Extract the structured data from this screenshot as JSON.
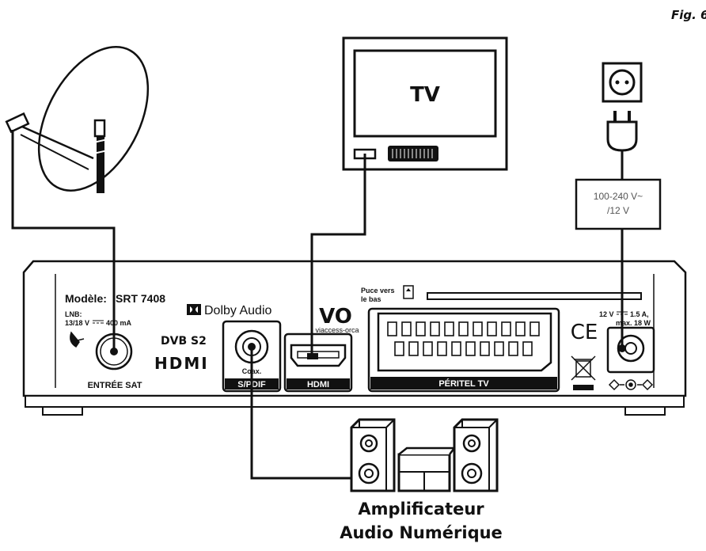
{
  "figure": {
    "label": "Fig. 6"
  },
  "tv": {
    "label": "TV"
  },
  "adapter": {
    "line1": "100-240 V~",
    "line2": "/12 V"
  },
  "receiver": {
    "model_label": "Modèle:",
    "model_number": "SRT 7408",
    "lnb_line1": "LNB:",
    "lnb_line2": "13/18 V",
    "lnb_line3": "400 mA",
    "sat_input_label": "ENTRÉE SAT",
    "dolby_label": "Dolby Audio",
    "dvb_label": "DVB S2",
    "hdmi_logo": "HDMI",
    "coax_label": "Coax.",
    "spdif_label": "S/PDIF",
    "hdmi_port_label": "HDMI",
    "vo_logo": "VO",
    "viaccess_label": "viaccess-orca",
    "chip_line1": "Puce vers",
    "chip_line2": "le bas",
    "scart_label": "PÉRITEL TV",
    "power_line1": "12 V",
    "power_line2": "1.5 A,",
    "power_line3": "max. 18 W",
    "ce_mark": "CE"
  },
  "amplifier": {
    "line1": "Amplificateur",
    "line2": "Audio Numérique"
  }
}
